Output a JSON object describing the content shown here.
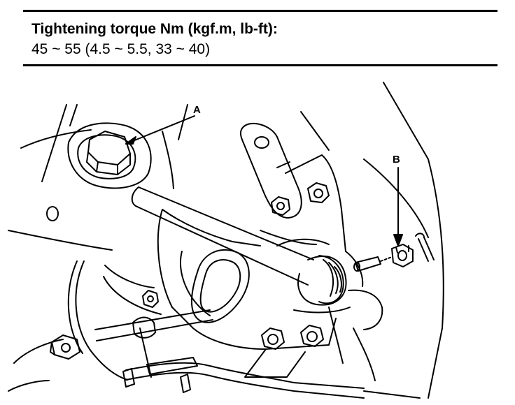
{
  "spec": {
    "title": "Tightening torque Nm (kgf.m, lb-ft):",
    "value": "45 ~ 55 (4.5 ~ 5.5, 33 ~ 40)"
  },
  "callouts": {
    "a": "A",
    "b": "B"
  },
  "colors": {
    "ink": "#000000",
    "paper": "#ffffff"
  }
}
